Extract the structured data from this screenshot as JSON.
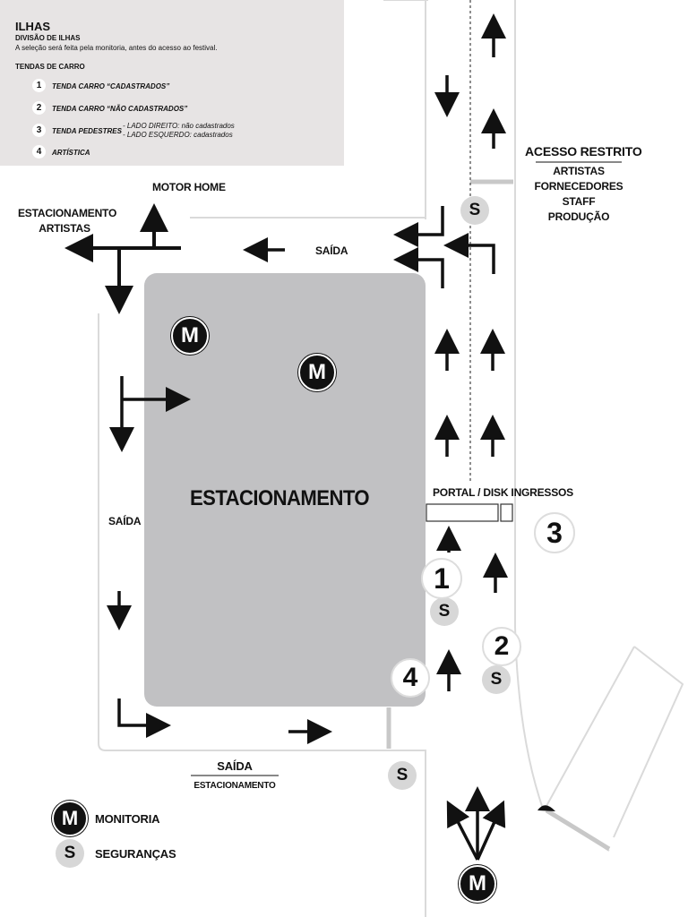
{
  "legend": {
    "title": "ILHAS",
    "subtitle": "DIVISÃO DE ILHAS",
    "description": "A seleção será feita pela monitoria, antes do acesso ao festival.",
    "section_title": "TENDAS DE CARRO",
    "items": [
      {
        "number": "1",
        "label": "TENDA CARRO “CADASTRADOS”"
      },
      {
        "number": "2",
        "label": "TENDA CARRO “NÃO CADASTRADOS”"
      },
      {
        "number": "3",
        "label": "TENDA PEDESTRES",
        "notes": [
          "- LADO DIREITO: não cadastrados",
          "- LADO ESQUERDO: cadastrados"
        ]
      },
      {
        "number": "4",
        "label": "ARTÍSTICA"
      }
    ]
  },
  "labels": {
    "motor_home": "MOTOR HOME",
    "estacionamento_artistas_1": "ESTACIONAMENTO",
    "estacionamento_artistas_2": "ARTISTAS",
    "saida_top": "SAÍDA",
    "saida_left": "SAÍDA",
    "saida_bottom": "SAÍDA",
    "saida_bottom_sub": "ESTACIONAMENTO",
    "acesso_restrito": "ACESSO RESTRITO",
    "acesso_items": [
      "ARTISTAS",
      "FORNECEDORES",
      "STAFF",
      "PRODUÇÃO"
    ],
    "portal": "PORTAL / DISK INGRESSOS",
    "parking": "ESTACIONAMENTO"
  },
  "markers": {
    "monitoria_letter": "M",
    "seguranca_letter": "S",
    "islands": [
      "1",
      "2",
      "3",
      "4"
    ]
  },
  "key": {
    "monitoria": "MONITORIA",
    "segurancas": "SEGURANÇAS"
  },
  "colors": {
    "parking_fill": "#c1c1c3",
    "legend_bg": "#e7e4e4",
    "road_line": "#d8d8d8",
    "arrow": "#111111",
    "security_badge": "#d7d7d7"
  }
}
